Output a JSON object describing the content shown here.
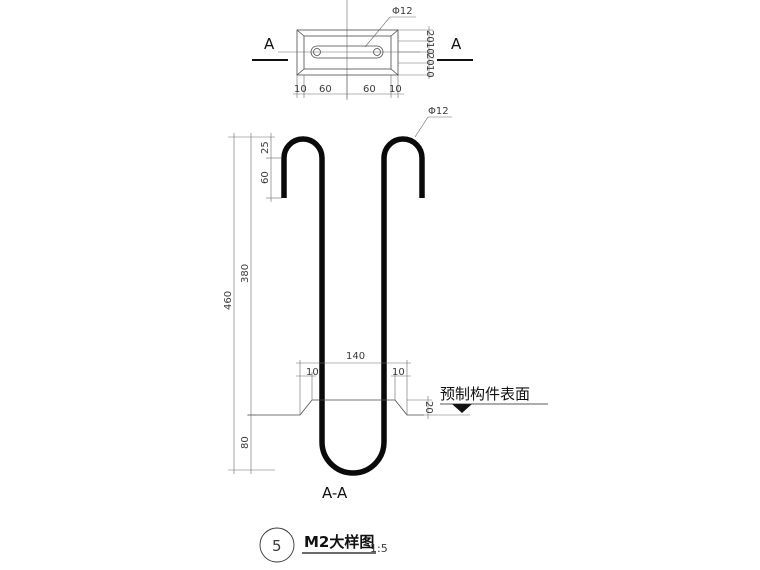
{
  "plan_view": {
    "section_left": "A",
    "section_right": "A",
    "bar_callout": "Φ12",
    "dim_bottom": [
      "10",
      "60",
      "60",
      "10"
    ],
    "dim_right": [
      "20",
      "10",
      "20",
      "10"
    ]
  },
  "elevation": {
    "bar_callout": "Φ12",
    "dim_outer": "460",
    "dim_380": "380",
    "dim_25": "25",
    "dim_60": "60",
    "dim_80": "80",
    "dim_140": "140",
    "dim_10_left": "10",
    "dim_10_right": "10",
    "dim_20": "20",
    "surface_label": "预制构件表面",
    "section_title": "A-A"
  },
  "title_block": {
    "detail_number": "5",
    "title": "M2大样图",
    "scale": "1:5"
  }
}
